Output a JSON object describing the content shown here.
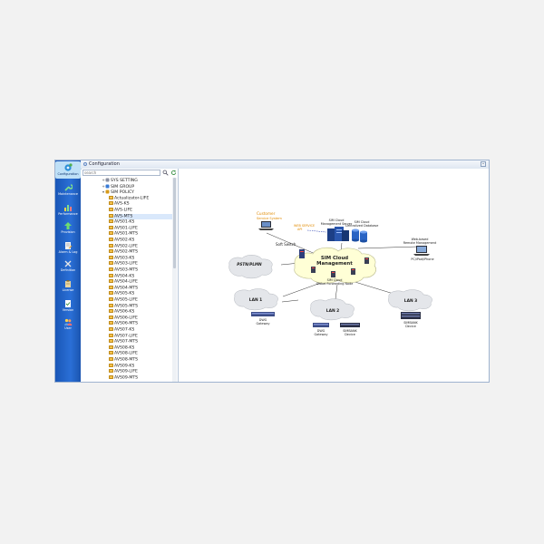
{
  "window": {
    "title": "Configuration",
    "minimize_glyph": "–"
  },
  "rail": {
    "items": [
      {
        "label": "Configuration",
        "icon": "gears-icon",
        "active": true
      },
      {
        "label": "Maintenance",
        "icon": "wrench-icon"
      },
      {
        "label": "Performance",
        "icon": "bar-chart-icon"
      },
      {
        "label": "Provision",
        "icon": "arrow-up-icon"
      },
      {
        "label": "Alarm & Log",
        "icon": "notepad-icon"
      },
      {
        "label": "Definition",
        "icon": "tools-icon"
      },
      {
        "label": "License",
        "icon": "clipboard-icon"
      },
      {
        "label": "Version",
        "icon": "document-check-icon"
      },
      {
        "label": "User",
        "icon": "users-icon"
      }
    ]
  },
  "tree": {
    "search_placeholder": "search",
    "items": [
      {
        "label": "SYS SETTING",
        "level": 0,
        "expander": "+",
        "icon": "wrench"
      },
      {
        "label": "SIM GROUP",
        "level": 0,
        "expander": "+",
        "icon": "group"
      },
      {
        "label": "SIM POLICY",
        "level": 0,
        "expander": "▾",
        "icon": "key"
      },
      {
        "label": "Actualizator-LIFE",
        "level": 1
      },
      {
        "label": "AVS-KS",
        "level": 1
      },
      {
        "label": "AVS-LIFE",
        "level": 1
      },
      {
        "label": "AVS-MTS",
        "level": 1,
        "selected": true
      },
      {
        "label": "AVS01-KS",
        "level": 1
      },
      {
        "label": "AVS01-LIFE",
        "level": 1
      },
      {
        "label": "AVS01-MTS",
        "level": 1
      },
      {
        "label": "AVS02-KS",
        "level": 1
      },
      {
        "label": "AVS02-LIFE",
        "level": 1
      },
      {
        "label": "AVS02-MTS",
        "level": 1
      },
      {
        "label": "AVS03-KS",
        "level": 1
      },
      {
        "label": "AVS03-LIFE",
        "level": 1
      },
      {
        "label": "AVS03-MTS",
        "level": 1
      },
      {
        "label": "AVS04-KS",
        "level": 1
      },
      {
        "label": "AVS04-LIFE",
        "level": 1
      },
      {
        "label": "AVS04-MTS",
        "level": 1
      },
      {
        "label": "AVS05-KS",
        "level": 1
      },
      {
        "label": "AVS05-LIFE",
        "level": 1
      },
      {
        "label": "AVS05-MTS",
        "level": 1
      },
      {
        "label": "AVS06-KS",
        "level": 1
      },
      {
        "label": "AVS06-LIFE",
        "level": 1
      },
      {
        "label": "AVS06-MTS",
        "level": 1
      },
      {
        "label": "AVS07-KS",
        "level": 1
      },
      {
        "label": "AVS07-LIFE",
        "level": 1
      },
      {
        "label": "AVS07-MTS",
        "level": 1
      },
      {
        "label": "AVS08-KS",
        "level": 1
      },
      {
        "label": "AVS08-LIFE",
        "level": 1
      },
      {
        "label": "AVS08-MTS",
        "level": 1
      },
      {
        "label": "AVS09-KS",
        "level": 1
      },
      {
        "label": "AVS09-LIFE",
        "level": 1
      },
      {
        "label": "AVS09-MTS",
        "level": 1
      }
    ]
  },
  "diagram": {
    "customer_label": "Customer",
    "customer_sub": "Service System",
    "web_service_1": "WEB SERVICE",
    "web_service_2": "API",
    "mgmt_server_1": "SIM Cloud",
    "mgmt_server_2": "Management Server",
    "central_db_1": "SIM Cloud",
    "central_db_2": "Centralized Database",
    "web_remote_1": "Web-based",
    "web_remote_2": "Remote Management",
    "pc_label": "PC/iPad/iPhone",
    "soft_switch": "Soft Switch",
    "pstn": "PSTN/PLMN",
    "cloud_1": "SIM Cloud",
    "cloud_2": "Management",
    "fwd_1": "SIM Cloud",
    "fwd_2": "Global Forwarding Node",
    "lan1": "LAN 1",
    "lan2": "LAN 2",
    "lan3": "LAN 3",
    "dwg_gateway_1": "DWG",
    "dwg_gateway_2": "Gateway",
    "dwg2_1": "DWG",
    "dwg2_2": "Gateway",
    "simbank_1": "SIMBANK",
    "simbank_2": "Device",
    "simbank2_1": "SIMBANK",
    "simbank2_2": "Device",
    "colors": {
      "customer": "#e08a00",
      "web_service": "#e08a00",
      "dashed_link": "#3b4fb8",
      "cloud_fill": "#ffffd6",
      "cloud_stroke": "#b9b98a",
      "lan_cloud": "#e4e6ea"
    }
  }
}
